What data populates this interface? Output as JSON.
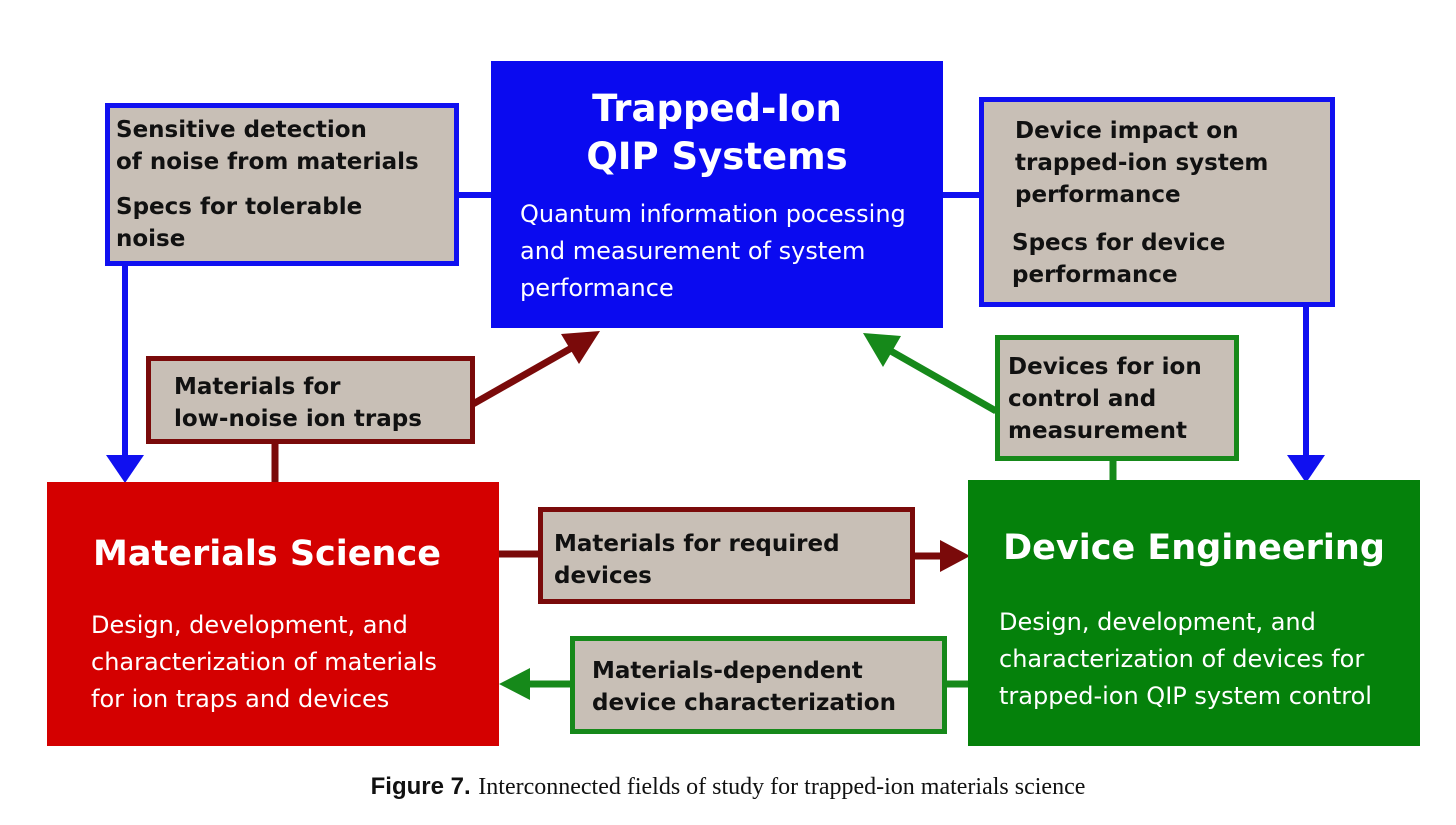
{
  "colors": {
    "blue": "#0a0af0",
    "red": "#d40000",
    "green": "#05810b",
    "dark_red": "#7a0a0a",
    "tan": "#c8bfb6",
    "link_blue": "#1010f0",
    "link_green": "#16891a"
  },
  "qip": {
    "title_line1": "Trapped-Ion",
    "title_line2": "QIP Systems",
    "description": "Quantum information pocessing and measurement of system performance"
  },
  "materials": {
    "title": "Materials Science",
    "description": "Design, development, and characterization of materials for ion traps and devices"
  },
  "device": {
    "title": "Device Engineering",
    "description": "Design, development, and characterization of devices for trapped-ion QIP system control"
  },
  "links": {
    "noise_detection": "Sensitive detection\nof noise from materials",
    "tolerable_noise": "Specs for tolerable\nnoise",
    "device_impact": "Device impact on\ntrapped-ion system\nperformance",
    "device_specs": "Specs for device\nperformance",
    "low_noise_materials": "Materials for\nlow-noise ion traps",
    "ion_control_devices": "Devices for ion\ncontrol and\nmeasurement",
    "required_devices_materials": "Materials for required\ndevices",
    "dependent_characterization": "Materials-dependent\ndevice characterization"
  },
  "caption": {
    "label": "Figure 7.",
    "text": "Interconnected fields of study for trapped-ion materials science"
  }
}
